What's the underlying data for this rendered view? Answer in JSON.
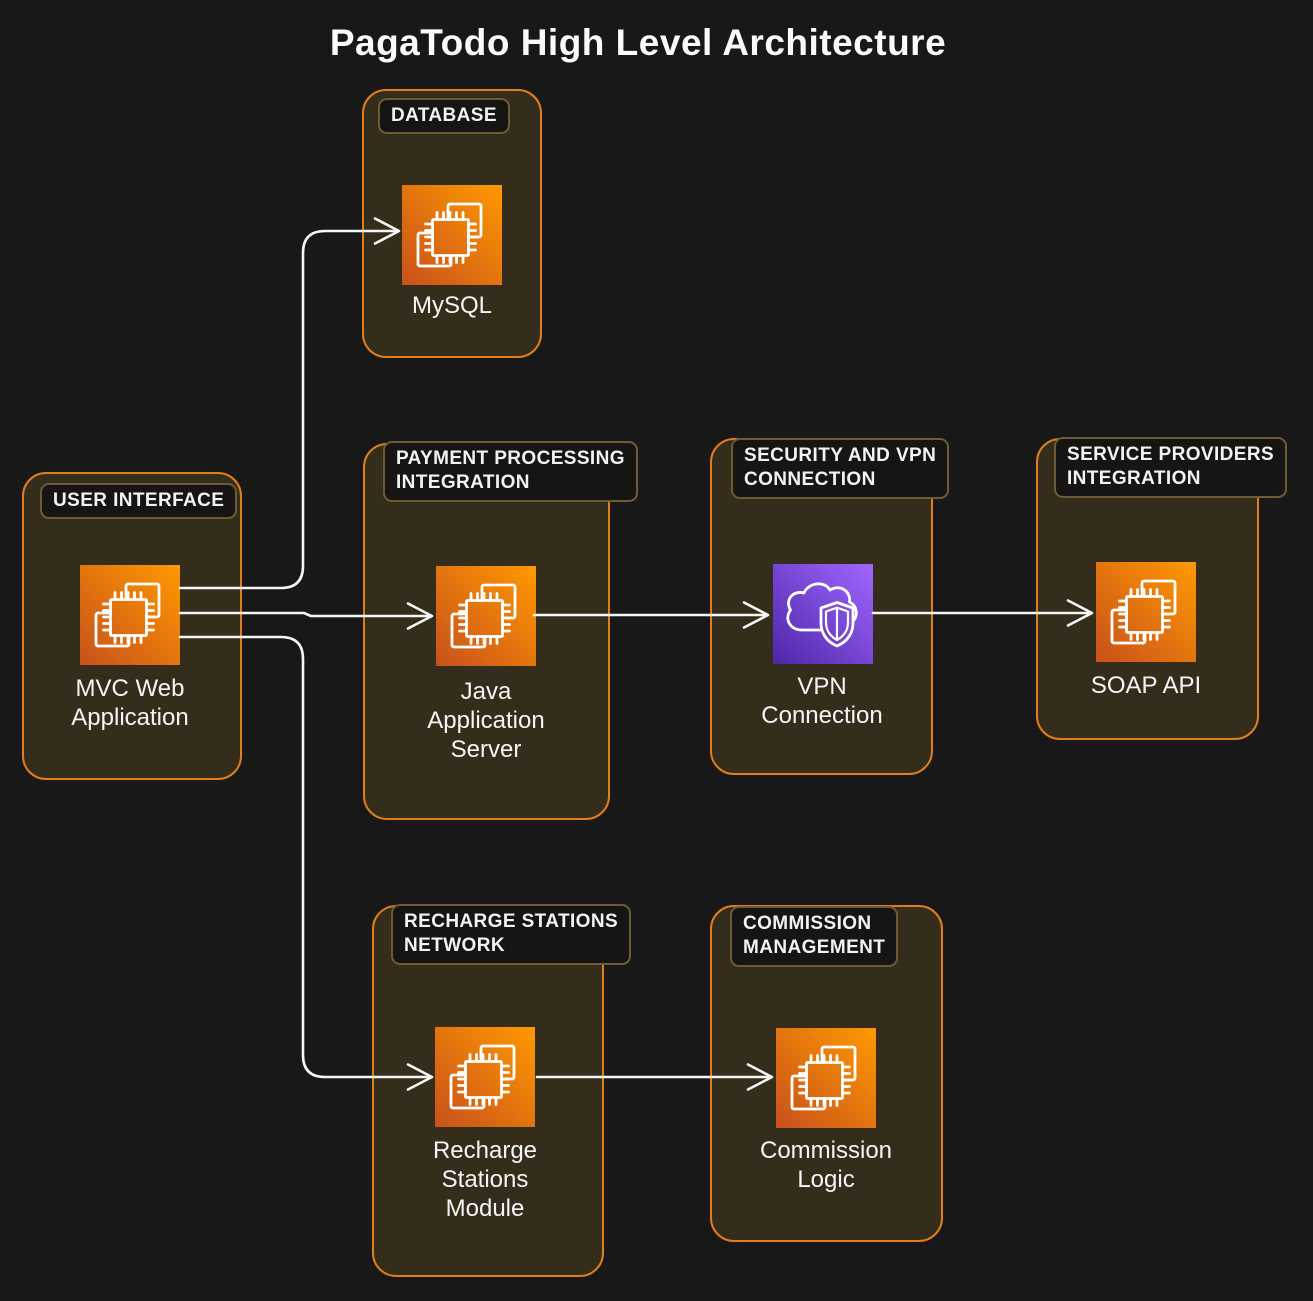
{
  "title": "PagaTodo High Level Architecture",
  "colors": {
    "background": "#181818",
    "group_fill": "#352d1c",
    "group_border": "#e07e1c",
    "label_pill_bg": "#161513",
    "connector": "#f5f5f5",
    "compute_icon_gradient": [
      "#C8511B",
      "#FF9900"
    ],
    "vpn_icon_gradient": [
      "#4D27A8",
      "#A166FF"
    ],
    "text": "#f5f5f5"
  },
  "groups": [
    {
      "label": "DATABASE",
      "node": {
        "label": "MySQL",
        "icon": "compute-chip-icon"
      }
    },
    {
      "label": "USER INTERFACE",
      "node": {
        "label": "MVC Web\nApplication",
        "icon": "compute-chip-icon"
      }
    },
    {
      "label": "PAYMENT PROCESSING\nINTEGRATION",
      "node": {
        "label": "Java\nApplication\nServer",
        "icon": "compute-chip-icon"
      }
    },
    {
      "label": "SECURITY AND VPN\nCONNECTION",
      "node": {
        "label": "VPN\nConnection",
        "icon": "cloud-shield-icon"
      }
    },
    {
      "label": "SERVICE PROVIDERS\nINTEGRATION",
      "node": {
        "label": "SOAP API",
        "icon": "compute-chip-icon"
      }
    },
    {
      "label": "RECHARGE STATIONS\nNETWORK",
      "node": {
        "label": "Recharge\nStations\nModule",
        "icon": "compute-chip-icon"
      }
    },
    {
      "label": "COMMISSION\nMANAGEMENT",
      "node": {
        "label": "Commission\nLogic",
        "icon": "compute-chip-icon"
      }
    }
  ],
  "edges": [
    {
      "from": "MVC Web Application",
      "to": "MySQL"
    },
    {
      "from": "MVC Web Application",
      "to": "Java Application Server"
    },
    {
      "from": "MVC Web Application",
      "to": "Recharge Stations Module"
    },
    {
      "from": "Java Application Server",
      "to": "VPN Connection"
    },
    {
      "from": "VPN Connection",
      "to": "SOAP API"
    },
    {
      "from": "Recharge Stations Module",
      "to": "Commission Logic"
    }
  ]
}
